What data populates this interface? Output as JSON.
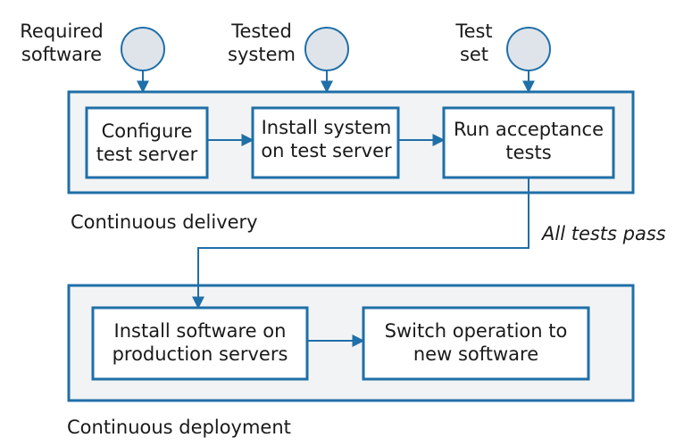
{
  "inputs": {
    "required_software": "Required\nsoftware",
    "tested_system": "Tested\nsystem",
    "test_set": "Test\nset"
  },
  "delivery": {
    "caption": "Continuous delivery",
    "steps": [
      "Configure\ntest server",
      "Install system\non test server",
      "Run acceptance\ntests"
    ]
  },
  "transition_label": "All tests pass",
  "deployment": {
    "caption": "Continuous deployment",
    "steps": [
      "Install software on\nproduction servers",
      "Switch operation to\nnew software"
    ]
  },
  "colors": {
    "stroke": "#1f6fa8",
    "panel_fill": "#f2f3f4",
    "box_fill": "#ffffff",
    "circle_fill": "#dfe4ea"
  }
}
